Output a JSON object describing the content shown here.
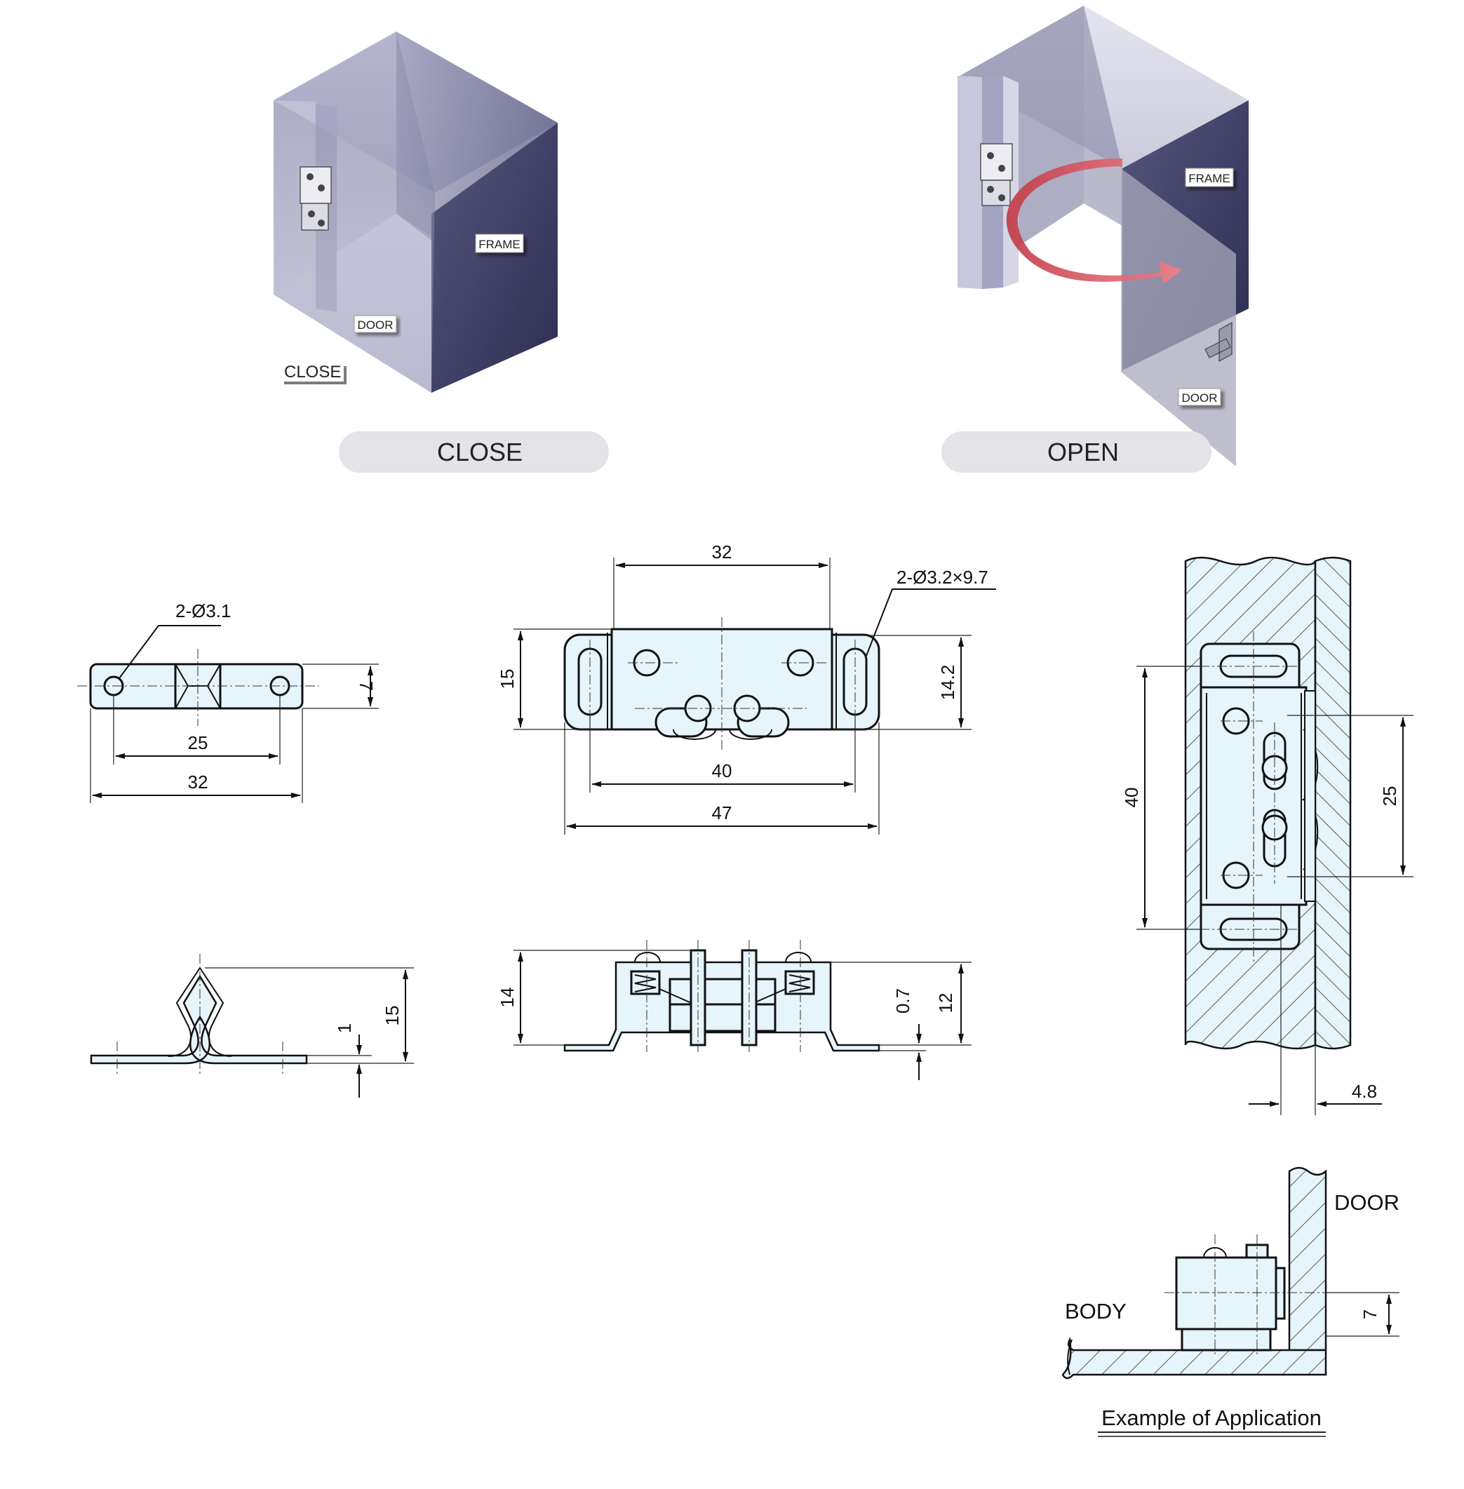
{
  "views": {
    "close_label": "CLOSE",
    "open_label": "OPEN",
    "close_pill": "CLOSE",
    "open_pill": "OPEN",
    "frame": "FRAME",
    "door": "DOOR"
  },
  "striker_top": {
    "holes": "2-Ø3.1",
    "pitch": "25",
    "length": "32",
    "width": "7"
  },
  "striker_side": {
    "height": "15",
    "thickness": "1"
  },
  "catch_top": {
    "pitch": "32",
    "slots": "2-Ø3.2×9.7",
    "height": "15",
    "inner": "14.2",
    "base": "40",
    "overall": "47"
  },
  "catch_side": {
    "height": "14",
    "plate": "0.7",
    "body": "12"
  },
  "section": {
    "length": "40",
    "pitch": "25",
    "offset": "4.8"
  },
  "application": {
    "door": "DOOR",
    "body": "BODY",
    "height": "7",
    "caption": "Example of Application"
  },
  "colors": {
    "part_fill": "#e6f4fb",
    "pill": "#e4e3e8",
    "arrow": "#e0505a",
    "box_dark": "#3f3f66",
    "box_light": "#c8c8dc"
  }
}
